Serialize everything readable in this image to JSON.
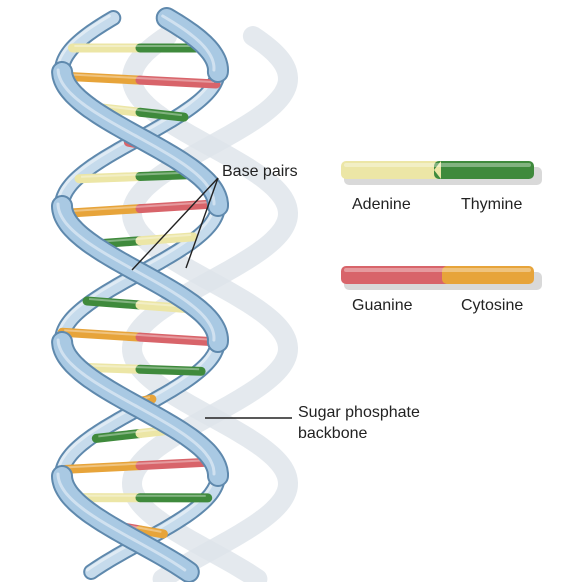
{
  "labels": {
    "base_pairs": "Base pairs",
    "backbone_line1": "Sugar phosphate",
    "backbone_line2": "backbone"
  },
  "legend": [
    {
      "left": "Adenine",
      "right": "Thymine",
      "left_color": "#ece6a6",
      "right_color": "#3f8a3c"
    },
    {
      "left": "Guanine",
      "right": "Cytosine",
      "left_color": "#d8646a",
      "right_color": "#e7a43a"
    }
  ],
  "colors": {
    "backbone": "#a9c9e3",
    "backbone_edge": "#5f89ad",
    "shadow": "#dde3ea",
    "adenine": "#ece6a6",
    "thymine": "#3f8a3c",
    "guanine": "#d8646a",
    "cytosine": "#e7a43a"
  },
  "base_pair_colors": [
    [
      "adenine",
      "thymine"
    ],
    [
      "cytosine",
      "guanine"
    ],
    [
      "adenine",
      "thymine"
    ],
    [
      "guanine",
      "cytosine"
    ],
    [
      "adenine",
      "thymine"
    ],
    [
      "cytosine",
      "guanine"
    ],
    [
      "thymine",
      "adenine"
    ],
    [
      "guanine",
      "cytosine"
    ],
    [
      "thymine",
      "adenine"
    ],
    [
      "cytosine",
      "guanine"
    ],
    [
      "adenine",
      "thymine"
    ],
    [
      "guanine",
      "cytosine"
    ],
    [
      "thymine",
      "adenine"
    ],
    [
      "cytosine",
      "guanine"
    ],
    [
      "adenine",
      "thymine"
    ],
    [
      "guanine",
      "cytosine"
    ]
  ]
}
